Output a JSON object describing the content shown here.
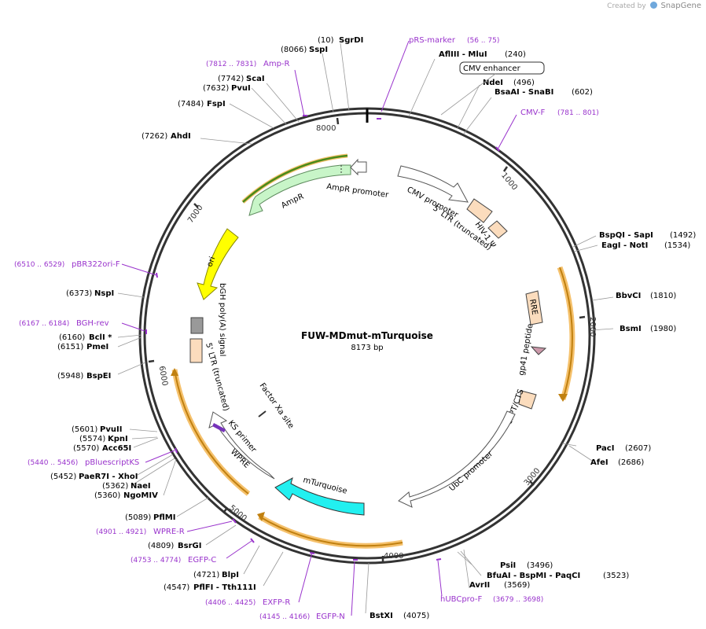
{
  "credit": {
    "prefix": "Created by",
    "brand": "SnapGene"
  },
  "plasmid": {
    "name": "FUW-MDmut-mTurquoise",
    "length_label": "8173 bp",
    "length": 8173
  },
  "colors": {
    "enzyme": "#000000",
    "primer": "#9933cc",
    "backbone": "#333333",
    "tick": "#333333"
  },
  "ticks": [
    1000,
    2000,
    3000,
    4000,
    5000,
    6000,
    7000,
    8000
  ],
  "enzymes": [
    {
      "name": "SgrDI",
      "pos": "(10)"
    },
    {
      "name": "SspI",
      "pos": "(8066)"
    },
    {
      "name": "ScaI",
      "pos": "(7742)"
    },
    {
      "name": "PvuI",
      "pos": "(7632)"
    },
    {
      "name": "FspI",
      "pos": "(7484)"
    },
    {
      "name": "AhdI",
      "pos": "(7262)"
    },
    {
      "name": "NspI",
      "pos": "(6373)"
    },
    {
      "name": "BclI *",
      "pos": "(6160)"
    },
    {
      "name": "PmeI",
      "pos": "(6151)"
    },
    {
      "name": "BspEI",
      "pos": "(5948)"
    },
    {
      "name": "PvuII",
      "pos": "(5601)"
    },
    {
      "name": "KpnI",
      "pos": "(5574)"
    },
    {
      "name": "Acc65I",
      "pos": "(5570)"
    },
    {
      "name": "PaeR7I - XhoI",
      "pos": "(5452)"
    },
    {
      "name": "NaeI",
      "pos": "(5362)"
    },
    {
      "name": "NgoMIV",
      "pos": "(5360)"
    },
    {
      "name": "PflMI",
      "pos": "(5089)"
    },
    {
      "name": "BsrGI",
      "pos": "(4809)"
    },
    {
      "name": "BlpI",
      "pos": "(4721)"
    },
    {
      "name": "PflFI - Tth111I",
      "pos": "(4547)"
    },
    {
      "name": "BstXI",
      "pos": "(4075)"
    },
    {
      "name": "PsiI",
      "pos": "(3496)"
    },
    {
      "name": "BfuAI - BspMI - PaqCI",
      "pos": "(3523)"
    },
    {
      "name": "AvrII",
      "pos": "(3569)"
    },
    {
      "name": "AfeI",
      "pos": "(2686)"
    },
    {
      "name": "PacI",
      "pos": "(2607)"
    },
    {
      "name": "BsmI",
      "pos": "(1980)"
    },
    {
      "name": "BbvCI",
      "pos": "(1810)"
    },
    {
      "name": "EagI - NotI",
      "pos": "(1534)"
    },
    {
      "name": "BspQI - SapI",
      "pos": "(1492)"
    },
    {
      "name": "NdeI",
      "pos": "(496)"
    },
    {
      "name": "BsaAI - SnaBI",
      "pos": "(602)"
    },
    {
      "name": "AflIII - MluI",
      "pos": "(240)"
    }
  ],
  "primers": [
    {
      "name": "pRS-marker",
      "range": "(56 .. 75)"
    },
    {
      "name": "Amp-R",
      "range": "(7812 .. 7831)"
    },
    {
      "name": "CMV-F",
      "range": "(781 .. 801)"
    },
    {
      "name": "pBR322ori-F",
      "range": "(6510 .. 6529)"
    },
    {
      "name": "BGH-rev",
      "range": "(6167 .. 6184)"
    },
    {
      "name": "pBluescriptKS",
      "range": "(5440 .. 5456)"
    },
    {
      "name": "WPRE-R",
      "range": "(4901 .. 4921)"
    },
    {
      "name": "EGFP-C",
      "range": "(4753 .. 4774)"
    },
    {
      "name": "EXFP-R",
      "range": "(4406 .. 4425)"
    },
    {
      "name": "EGFP-N",
      "range": "(4145 .. 4166)"
    },
    {
      "name": "hUBCpro-F",
      "range": "(3679 .. 3698)"
    }
  ],
  "features": {
    "cmv_enhancer": "CMV enhancer",
    "cmv_promoter": "CMV promoter",
    "ltr5_top": "5' LTR (truncated)",
    "hiv_psi": "HIV-1 Ψ",
    "rre": "RRE",
    "gp41": "gp41 peptide",
    "cppt": "cPPT/CTS",
    "ubc": "UbC promoter",
    "mturquoise": "mTurquoise",
    "wpre": "WPRE",
    "ks_primer": "KS primer",
    "factor_xa": "Factor Xa site",
    "ltr5_bottom": "5' LTR (truncated)",
    "bgh": "bGH poly(A) signal",
    "ori": "ori",
    "ampr": "AmpR",
    "ampr_promoter": "AmpR promoter"
  }
}
